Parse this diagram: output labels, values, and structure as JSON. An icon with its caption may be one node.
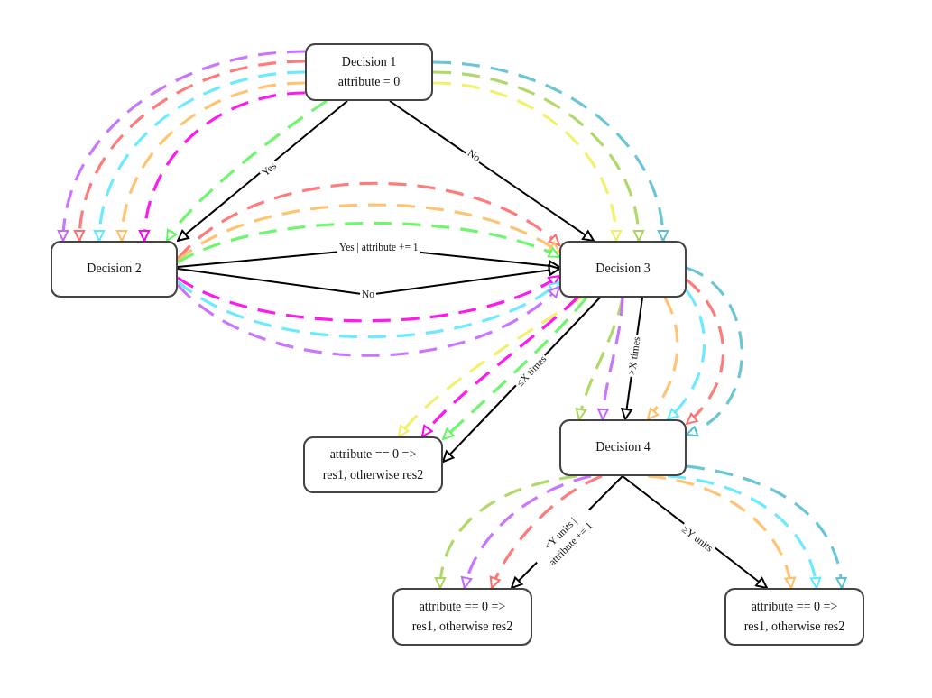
{
  "diagram": {
    "nodes": [
      {
        "text": [
          "Decision 1",
          "attribute = 0"
        ]
      },
      {
        "text": [
          "Decision 2"
        ]
      },
      {
        "text": [
          "Decision 3"
        ]
      },
      {
        "text": [
          "attribute == 0 => res1, otherwise res2"
        ]
      },
      {
        "text": [
          "Decision 4"
        ]
      },
      {
        "text": [
          "attribute == 0 => res1, otherwise res2"
        ]
      },
      {
        "text": [
          "attribute == 0 => res1, otherwise res2"
        ]
      }
    ],
    "edges": [
      {
        "from": 0,
        "to": 1,
        "arrow": "to",
        "label": "Yes"
      },
      {
        "from": 0,
        "to": 2,
        "arrow": "to",
        "label": "No"
      },
      {
        "from": 0,
        "to": 1,
        "arrow": "to",
        "style": "dashed",
        "color": "#c266ff"
      },
      {
        "from": 0,
        "to": 1,
        "arrow": "to",
        "style": "dashed",
        "color": "#ff6b6b"
      },
      {
        "from": 0,
        "to": 1,
        "arrow": "to",
        "style": "dashed",
        "color": "#5ce8ff"
      },
      {
        "from": 0,
        "to": 1,
        "arrow": "to",
        "style": "dashed",
        "color": "#ffbe64"
      },
      {
        "from": 0,
        "to": 1,
        "arrow": "to",
        "style": "dashed",
        "color": "#ff00ee"
      },
      {
        "from": 0,
        "to": 1,
        "arrow": "to",
        "style": "dashed",
        "color": "#5ef55e"
      },
      {
        "from": 0,
        "to": 2,
        "arrow": "to",
        "style": "dashed",
        "color": "#f0ef5e"
      },
      {
        "from": 0,
        "to": 2,
        "arrow": "to",
        "style": "dashed",
        "color": "#a8d45a"
      },
      {
        "from": 0,
        "to": 2,
        "arrow": "to",
        "style": "dashed",
        "color": "#5bbfcf"
      },
      {
        "from": 1,
        "to": 2,
        "arrow": "to",
        "label": "Yes | attribute += 1"
      },
      {
        "from": 1,
        "to": 2,
        "arrow": "to",
        "label": "No"
      },
      {
        "from": 1,
        "to": 2,
        "arrow": "to",
        "style": "dashed",
        "color": "#ff6b6b"
      },
      {
        "from": 1,
        "to": 2,
        "arrow": "to",
        "style": "dashed",
        "color": "#ffbe64"
      },
      {
        "from": 1,
        "to": 2,
        "arrow": "to",
        "style": "dashed",
        "color": "#5ef55e"
      },
      {
        "from": 1,
        "to": 2,
        "arrow": "to",
        "style": "dashed",
        "color": "#ff00ee"
      },
      {
        "from": 1,
        "to": 2,
        "arrow": "to",
        "style": "dashed",
        "color": "#5ce8ff"
      },
      {
        "from": 1,
        "to": 2,
        "arrow": "to",
        "style": "dashed",
        "color": "#c266ff"
      },
      {
        "from": 2,
        "to": 3,
        "arrow": "to",
        "label": "≤X times"
      },
      {
        "from": 2,
        "to": 3,
        "arrow": "to",
        "style": "dashed",
        "color": "#f0ef5e"
      },
      {
        "from": 2,
        "to": 3,
        "arrow": "to",
        "style": "dashed",
        "color": "#ff00ee"
      },
      {
        "from": 2,
        "to": 3,
        "arrow": "to",
        "style": "dashed",
        "color": "#5ef55e"
      },
      {
        "from": 2,
        "to": 4,
        "arrow": "to",
        "label": ">X times"
      },
      {
        "from": 2,
        "to": 4,
        "arrow": "to",
        "style": "dashed",
        "color": "#a8d45a"
      },
      {
        "from": 2,
        "to": 4,
        "arrow": "to",
        "style": "dashed",
        "color": "#c266ff"
      },
      {
        "from": 2,
        "to": 4,
        "arrow": "to",
        "style": "dashed",
        "color": "#ffbe64"
      },
      {
        "from": 2,
        "to": 4,
        "arrow": "to",
        "style": "dashed",
        "color": "#5ce8ff"
      },
      {
        "from": 2,
        "to": 4,
        "arrow": "to",
        "style": "dashed",
        "color": "#ff6b6b"
      },
      {
        "from": 2,
        "to": 4,
        "arrow": "to",
        "style": "dashed",
        "color": "#5bbfcf"
      },
      {
        "from": 4,
        "to": 5,
        "arrow": "to",
        "label": "<Y units | attribute += 1"
      },
      {
        "from": 4,
        "to": 5,
        "arrow": "to",
        "style": "dashed",
        "color": "#a8d45a"
      },
      {
        "from": 4,
        "to": 5,
        "arrow": "to",
        "style": "dashed",
        "color": "#c266ff"
      },
      {
        "from": 4,
        "to": 5,
        "arrow": "to",
        "style": "dashed",
        "color": "#ff6b6b"
      },
      {
        "from": 4,
        "to": 6,
        "arrow": "to",
        "label": "≥Y units"
      },
      {
        "from": 4,
        "to": 6,
        "arrow": "to",
        "style": "dashed",
        "color": "#ffbe64"
      },
      {
        "from": 4,
        "to": 6,
        "arrow": "to",
        "style": "dashed",
        "color": "#5ce8ff"
      },
      {
        "from": 4,
        "to": 6,
        "arrow": "to",
        "style": "dashed",
        "color": "#5bbfcf"
      }
    ]
  }
}
